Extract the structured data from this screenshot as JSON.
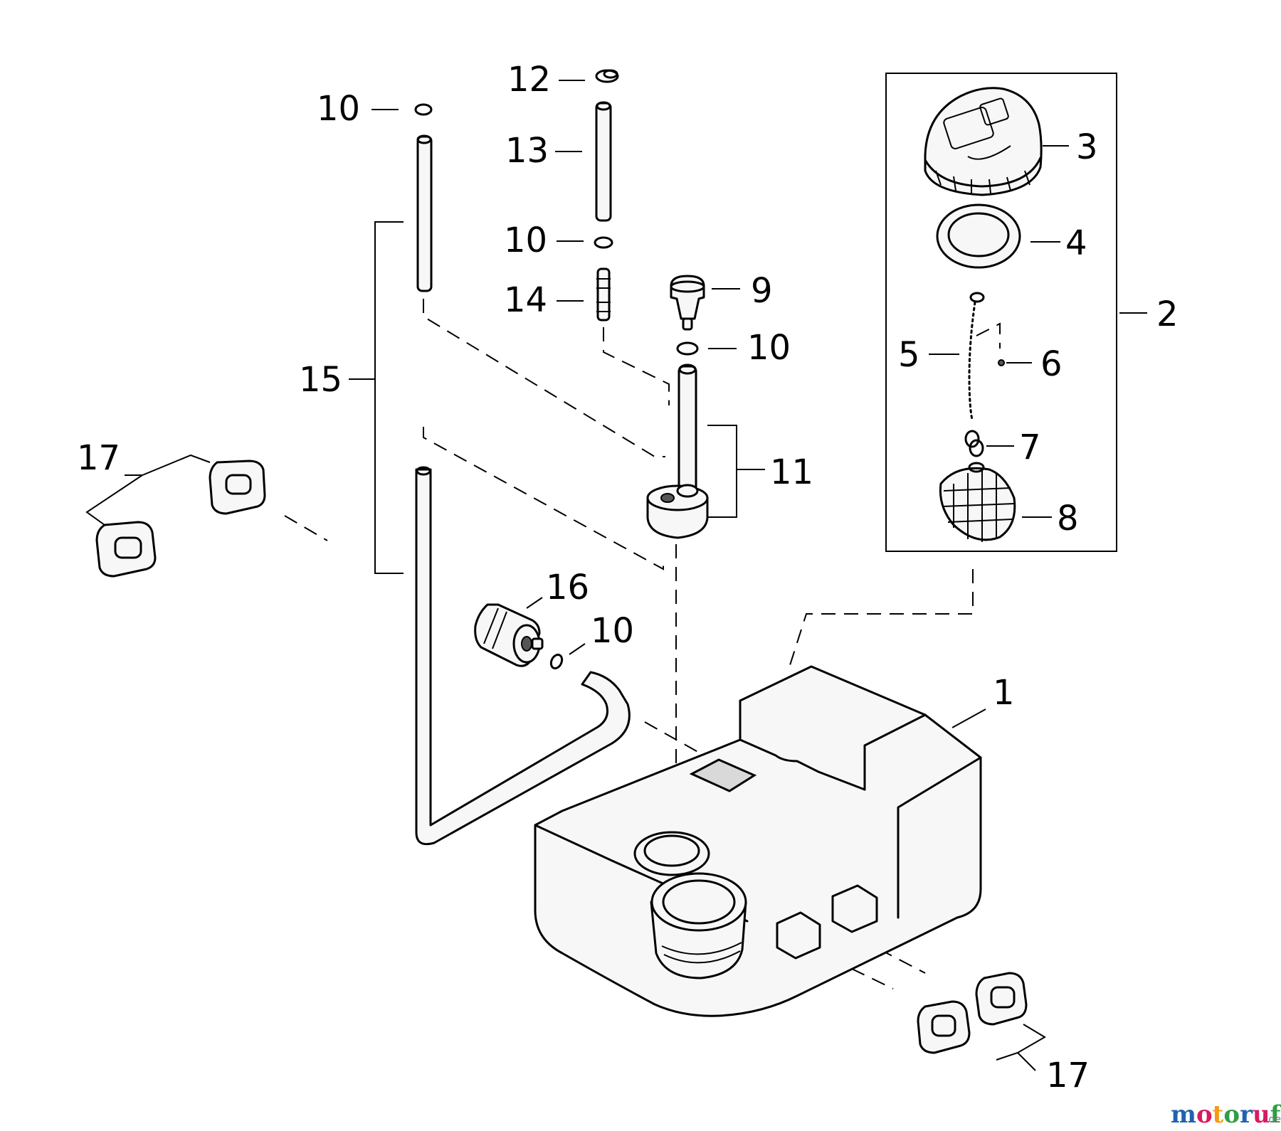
{
  "diagram": {
    "callouts": {
      "p1": "1",
      "p2": "2",
      "p3": "3",
      "p4": "4",
      "p5": "5",
      "p6": "6",
      "p7": "7",
      "p8": "8",
      "p9": "9",
      "p10": "10",
      "p11": "11",
      "p12": "12",
      "p13": "13",
      "p14": "14",
      "p15": "15",
      "p16": "16",
      "p17": "17"
    }
  },
  "watermark": {
    "brand": "motoruf",
    "tld": ".de",
    "colors": [
      "#1f63b0",
      "#d81b60",
      "#f39c12",
      "#2e9e44",
      "#1f63b0",
      "#d81b60",
      "#2e9e44"
    ]
  }
}
